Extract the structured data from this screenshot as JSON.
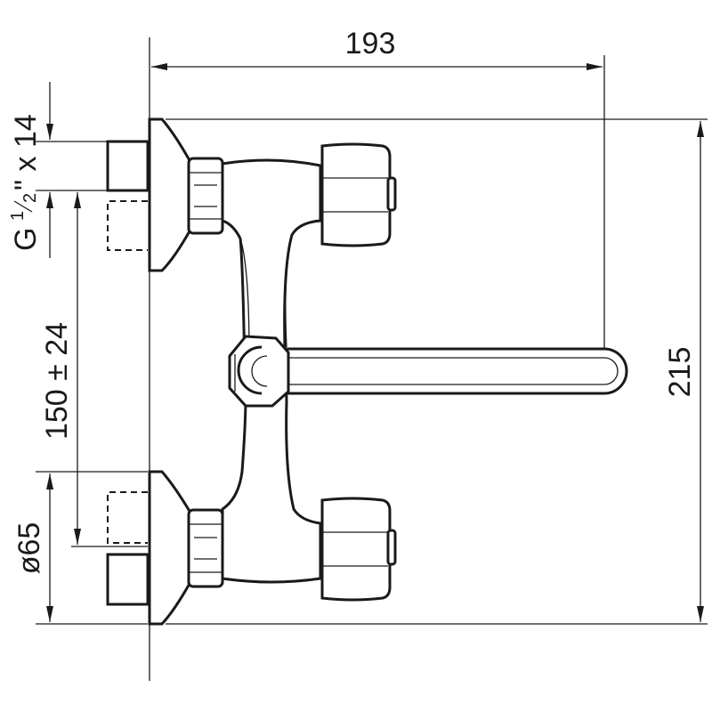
{
  "dimensions": {
    "width_label": "193",
    "height_label": "215",
    "thread_label_prefix": "G ",
    "thread_fraction_num": "1",
    "thread_fraction_den": "2",
    "thread_label_suffix": "\" x 14",
    "spacing_label": "150 ± 24",
    "rosette_label": "ø65"
  },
  "colors": {
    "line": "#1a1a1a",
    "background": "#ffffff"
  }
}
